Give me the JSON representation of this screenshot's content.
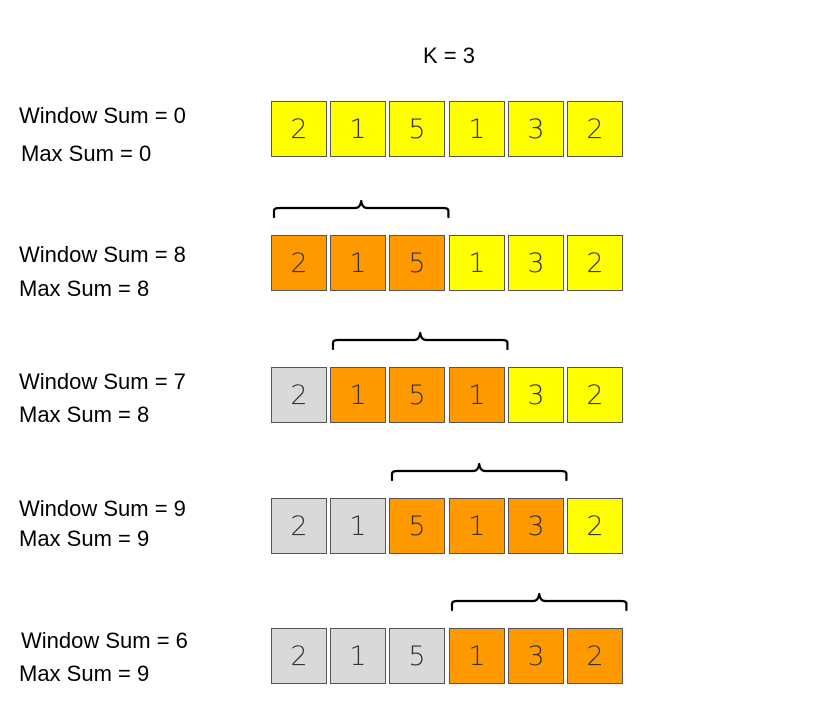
{
  "k_label": "K = 3",
  "array": [
    2,
    1,
    5,
    1,
    3,
    2
  ],
  "colors": {
    "unvisited": "#ffff00",
    "in_window": "#ff9900",
    "passed": "#d9d9d9"
  },
  "steps": [
    {
      "window_sum_label": "Window Sum = 0",
      "max_sum_label": "Max Sum = 0",
      "window_start": null,
      "cells": [
        {
          "value": "2",
          "state": "unvisited"
        },
        {
          "value": "1",
          "state": "unvisited"
        },
        {
          "value": "5",
          "state": "unvisited"
        },
        {
          "value": "1",
          "state": "unvisited"
        },
        {
          "value": "3",
          "state": "unvisited"
        },
        {
          "value": "2",
          "state": "unvisited"
        }
      ]
    },
    {
      "window_sum_label": "Window Sum = 8",
      "max_sum_label": "Max Sum = 8",
      "window_start": 0,
      "cells": [
        {
          "value": "2",
          "state": "in_window"
        },
        {
          "value": "1",
          "state": "in_window"
        },
        {
          "value": "5",
          "state": "in_window"
        },
        {
          "value": "1",
          "state": "unvisited"
        },
        {
          "value": "3",
          "state": "unvisited"
        },
        {
          "value": "2",
          "state": "unvisited"
        }
      ]
    },
    {
      "window_sum_label": "Window Sum = 7",
      "max_sum_label": "Max Sum = 8",
      "window_start": 1,
      "cells": [
        {
          "value": "2",
          "state": "passed"
        },
        {
          "value": "1",
          "state": "in_window"
        },
        {
          "value": "5",
          "state": "in_window"
        },
        {
          "value": "1",
          "state": "in_window"
        },
        {
          "value": "3",
          "state": "unvisited"
        },
        {
          "value": "2",
          "state": "unvisited"
        }
      ]
    },
    {
      "window_sum_label": "Window Sum = 9",
      "max_sum_label": "Max Sum = 9",
      "window_start": 2,
      "cells": [
        {
          "value": "2",
          "state": "passed"
        },
        {
          "value": "1",
          "state": "passed"
        },
        {
          "value": "5",
          "state": "in_window"
        },
        {
          "value": "1",
          "state": "in_window"
        },
        {
          "value": "3",
          "state": "in_window"
        },
        {
          "value": "2",
          "state": "unvisited"
        }
      ]
    },
    {
      "window_sum_label": "Window Sum = 6",
      "max_sum_label": "Max Sum = 9",
      "window_start": 3,
      "cells": [
        {
          "value": "2",
          "state": "passed"
        },
        {
          "value": "1",
          "state": "passed"
        },
        {
          "value": "5",
          "state": "passed"
        },
        {
          "value": "1",
          "state": "in_window"
        },
        {
          "value": "3",
          "state": "in_window"
        },
        {
          "value": "2",
          "state": "in_window"
        }
      ]
    }
  ]
}
